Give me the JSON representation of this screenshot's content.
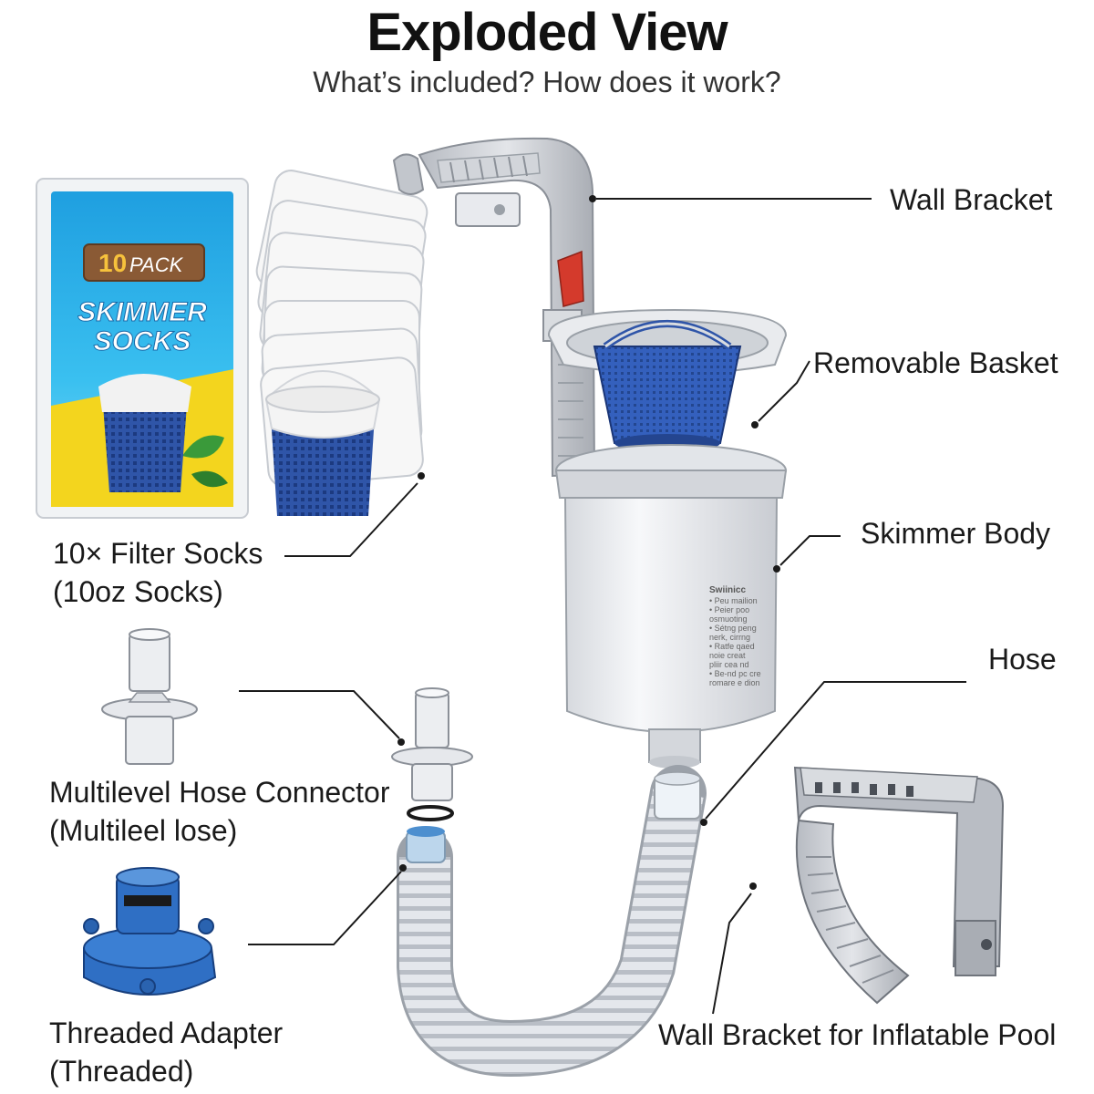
{
  "header": {
    "title": "Exploded View",
    "subtitle": "What’s included? How does it work?"
  },
  "package": {
    "badge": "10PACK",
    "badge_num": "10",
    "badge_word": "PACK",
    "line1": "SKIMMER",
    "line2": "SOCKS"
  },
  "body_print": {
    "heading": "Swiinicc",
    "lines": [
      "• Peu mailion",
      "• Peier poo",
      "  osmuoting",
      "• Sétng peng",
      "  nerk, cirrng",
      "• Ratfe qaed",
      "  noie creat",
      "  pliir cea nd",
      "• Be-nd pc cre",
      "  romare e dion"
    ]
  },
  "labels": {
    "wall_bracket": "Wall Bracket",
    "removable_basket": "Removable Basket",
    "skimmer_body": "Skimmer Body",
    "hose": "Hose",
    "filter_socks": "10× Filter Socks",
    "filter_socks_sub": "(10oz Socks)",
    "hose_connector": "Multilevel Hose Connector",
    "hose_connector_sub": "(Multileel lose)",
    "threaded_adapter": "Threaded Adapter",
    "threaded_adapter_sub": "(Threaded)",
    "inflatable_bracket": "Wall Bracket for Inflatable Pool"
  },
  "colors": {
    "basket_blue": "#2f55a8",
    "adapter_blue": "#2f6fc4",
    "valve_red": "#d43a2c",
    "body_white": "#eceef1",
    "bracket_gray": "#c9ccd1",
    "leader_line": "#1a1a1a"
  }
}
